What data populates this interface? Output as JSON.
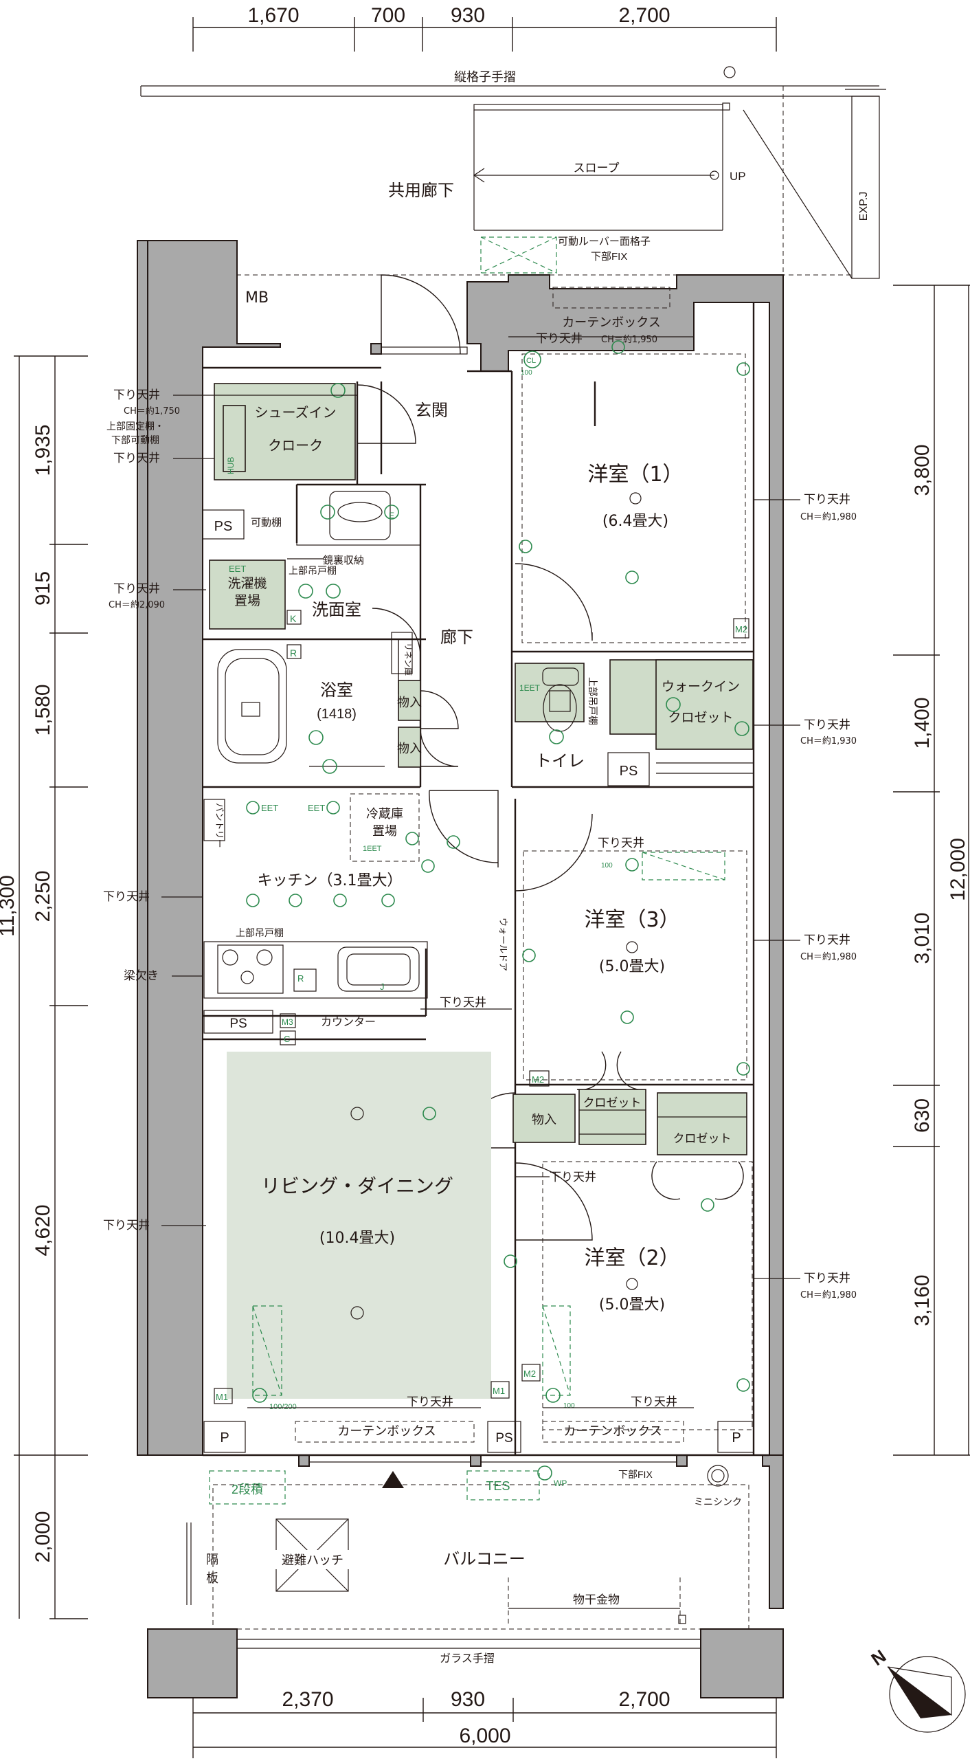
{
  "dimensions": {
    "top": [
      "1,670",
      "700",
      "930",
      "2,700"
    ],
    "bottom": [
      "2,370",
      "930",
      "2,700"
    ],
    "bottom_total": "6,000",
    "left": [
      "1,935",
      "915",
      "1,580",
      "2,250",
      "4,620",
      "2,000"
    ],
    "left_total": "11,300",
    "right": [
      "3,800",
      "1,400",
      "3,010",
      "630",
      "3,160"
    ],
    "right_total": "12,000"
  },
  "rooms": {
    "western1_name": "洋室（1）",
    "western1_size": "(6.4畳大)",
    "western2_name": "洋室（2）",
    "western2_size": "(5.0畳大)",
    "western3_name": "洋室（3）",
    "western3_size": "(5.0畳大)",
    "living_name": "リビング・ダイニング",
    "living_size": "(10.4畳大)",
    "kitchen": "キッチン（3.1畳大）",
    "bath_name": "浴室",
    "bath_size": "(1418)",
    "washroom": "洗面室",
    "entrance": "玄関",
    "hallway": "廊下",
    "toilet": "トイレ",
    "balcony": "バルコニー",
    "shoes_line1": "シューズイン",
    "shoes_line2": "クローク",
    "walkin_line1": "ウォークイン",
    "walkin_line2": "クロゼット",
    "common_corridor": "共用廊下"
  },
  "labels": {
    "lattice_rail": "縦格子手摺",
    "slope": "スロープ",
    "up": "UP",
    "exp_j": "EXP.J",
    "louver": "可動ルーバー面格子",
    "lower_fix": "下部FIX",
    "mb": "MB",
    "curtain_box": "カーテンボックス",
    "lowered_ceiling": "下り天井",
    "ch_1950": "CH＝約1,950",
    "ch_1980": "CH＝約1,980",
    "ch_1930": "CH＝約1,930",
    "ch_1750": "CH＝約1,750",
    "ch_2090": "CH＝約2,090",
    "upper_fixed_shelf": "上部固定棚・",
    "lower_movable_shelf": "下部可動棚",
    "movable_shelf": "可動棚",
    "ps": "PS",
    "p": "P",
    "mirror_storage": "鏡裏収納",
    "upper_hanging_shelf": "上部吊戸棚",
    "washer_line1": "洗濯機",
    "washer_line2": "置場",
    "linen": "リネン庫",
    "storage": "物入",
    "upper_cabinet_vertical": "上部吊戸棚",
    "closet": "クロゼット",
    "pantry": "パントリー",
    "fridge_line1": "冷蔵庫",
    "fridge_line2": "置場",
    "beam_notch": "梁欠き",
    "counter": "カウンター",
    "wall_door": "ウォールドア",
    "two_tier": "2段積",
    "escape_hatch": "避難ハッチ",
    "partition_line1": "隔",
    "partition_line2": "板",
    "laundry_hanger": "物干金物",
    "mini_sink": "ミニシンク",
    "glass_rail": "ガラス手摺",
    "tes": "TES",
    "wp": "WP",
    "hub": "HUB",
    "eet": "EET",
    "eet1": "1EET",
    "m1": "M1",
    "m2": "M2",
    "m3": "M3",
    "cl": "CL",
    "cl_100": "100",
    "cl_100_200": "100/200",
    "k": "K",
    "r": "R",
    "c": "C",
    "e": "E",
    "j": "J"
  },
  "compass_label": "N",
  "colors": {
    "green_outlet": "#2d8a4e",
    "storage_fill": "#cfdcc9",
    "living_fill": "#dde5da",
    "wall_fill": "#a9a9a9"
  }
}
